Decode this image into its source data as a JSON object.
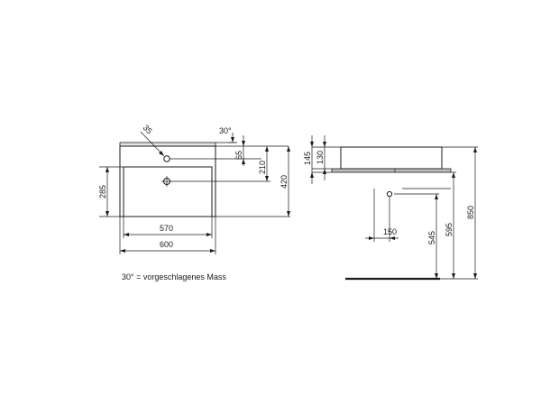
{
  "labels": {
    "hole_dia": "35",
    "angle": "30°",
    "d65": "65",
    "d210": "210",
    "d420": "420",
    "d285": "285",
    "d570": "570",
    "d600": "600",
    "d145": "145",
    "d130": "130",
    "d150": "150",
    "d545": "545",
    "d595": "595",
    "d850": "850"
  },
  "note": "30° = vorgeschlagenes Mass"
}
